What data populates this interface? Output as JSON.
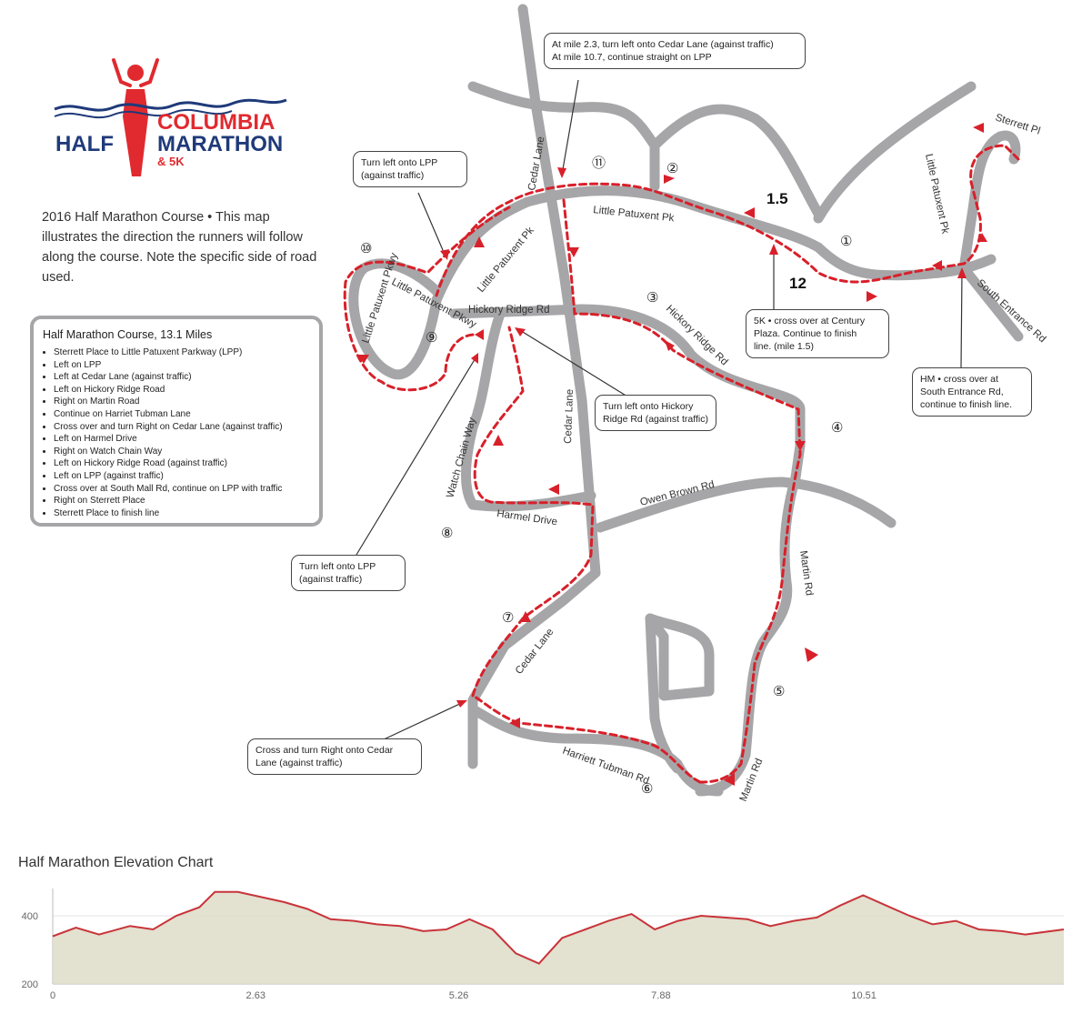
{
  "logo": {
    "line1": "COLUMBIA",
    "line2a": "HALF",
    "line2b": "MARATHON",
    "line3": "& 5K",
    "colors": {
      "red": "#e02a2f",
      "navy": "#1f3a7a"
    }
  },
  "intro_text": "2016 Half Marathon Course • This map illustrates the direction the runners will follow along the course. Note the specific side of road used.",
  "legend": {
    "title": "Half Marathon Course, 13.1 Miles",
    "items": [
      "Sterrett Place to Little Patuxent Parkway (LPP)",
      "Left on LPP",
      "Left at Cedar Lane (against traffic)",
      "Left on Hickory Ridge Road",
      "Right on Martin Road",
      "Continue on Harriet Tubman Lane",
      "Cross over and turn Right on Cedar Lane (against traffic)",
      "Left on Harmel Drive",
      "Right on Watch Chain Way",
      "Left on Hickory Ridge Road (against traffic)",
      "Left on LPP (against traffic)",
      "Cross over at South Mall Rd, continue on LPP with traffic",
      "Right on Sterrett Place",
      "Sterrett Place to finish line"
    ]
  },
  "callouts": {
    "top": [
      "At mile 2.3, turn left onto Cedar Lane (against traffic)",
      "At mile 10.7, continue straight on LPP"
    ],
    "lpp_top": [
      "Turn left onto LPP",
      "(against traffic)"
    ],
    "fivek": [
      "5K • cross over at Century",
      "Plaza. Continue to finish",
      "line. (mile 1.5)"
    ],
    "hm": [
      "HM • cross over at",
      "South Entrance Rd,",
      "continue to finish line."
    ],
    "hickory": [
      "Turn left onto Hickory",
      "Ridge Rd (against traffic)"
    ],
    "lpp_bottom": [
      "Turn left onto LPP",
      "(against traffic)"
    ],
    "cedar": [
      "Cross and turn Right onto Cedar",
      "Lane (against traffic)"
    ]
  },
  "road_labels": {
    "cedar_lane_top": "Cedar Lane",
    "cedar_lane_mid": "Cedar Lane",
    "cedar_lane_bottom": "Cedar Lane",
    "lpp_top": "Little Patuxent Pk",
    "lpp_diag": "Little Patuxent Pk",
    "lpp_right": "Little Patuxent Pk",
    "lpp_left": "Little Patuxent Pkwy",
    "hickory_left": "Hickory Ridge Rd",
    "hickory_right": "Hickory Ridge Rd",
    "sterrett": "Sterrett Pl",
    "south_entrance": "South Entrance Rd",
    "watch_chain": "Watch Chain Way",
    "harmel": "Harmel Drive",
    "owen_brown": "Owen Brown Rd",
    "martin_upper": "Martin Rd",
    "martin_lower": "Martin Rd",
    "harriett": "Harriett Tubman Rd"
  },
  "mile_markers": [
    "①",
    "②",
    "③",
    "④",
    "⑤",
    "⑥",
    "⑦",
    "⑧",
    "⑨",
    "⑩",
    "⑪",
    "12",
    "1.5"
  ],
  "route_color": "#d8202a",
  "road_color": "#a6a6a8",
  "elevation": {
    "title": "Half Marathon Elevation Chart",
    "chart_data": {
      "type": "area",
      "xlim": [
        0,
        13.1
      ],
      "ylim": [
        200,
        480
      ],
      "y_ticks": [
        200,
        400
      ],
      "x_ticks": [
        "0",
        "2.63",
        "5.26",
        "7.88",
        "10.51"
      ],
      "x_tick_values": [
        0,
        2.63,
        5.26,
        7.88,
        10.51
      ],
      "x": [
        0,
        0.3,
        0.6,
        1.0,
        1.3,
        1.6,
        1.9,
        2.1,
        2.4,
        2.7,
        3.0,
        3.3,
        3.6,
        3.9,
        4.2,
        4.5,
        4.8,
        5.1,
        5.4,
        5.7,
        6.0,
        6.3,
        6.6,
        6.9,
        7.2,
        7.5,
        7.8,
        8.1,
        8.4,
        8.7,
        9.0,
        9.3,
        9.6,
        9.9,
        10.2,
        10.5,
        10.8,
        11.1,
        11.4,
        11.7,
        12.0,
        12.3,
        12.6,
        13.1
      ],
      "y": [
        340,
        365,
        345,
        370,
        360,
        400,
        425,
        470,
        470,
        455,
        440,
        420,
        390,
        385,
        375,
        370,
        355,
        360,
        390,
        360,
        290,
        260,
        335,
        360,
        385,
        405,
        360,
        385,
        400,
        395,
        390,
        370,
        385,
        395,
        430,
        460,
        430,
        400,
        375,
        385,
        360,
        355,
        345,
        360
      ],
      "colors": {
        "line": "#c8343a",
        "fill": "#dedcc8"
      }
    }
  }
}
